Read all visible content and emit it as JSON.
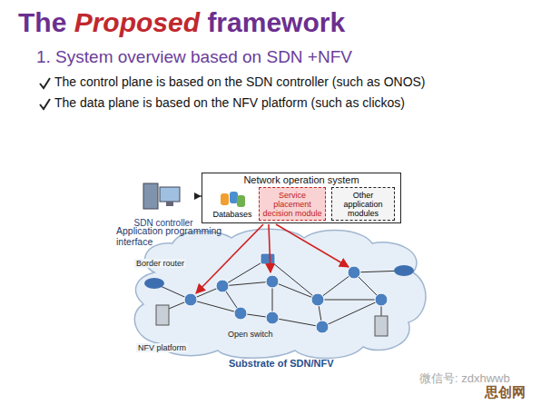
{
  "diagram": {
    "title": "The Proposed framework",
    "nodes": [
      {
        "text": [
          "Network operation system"
        ]
      },
      {
        "text": [
          "Databases"
        ],
        "in": 0
      },
      {
        "text": [
          "Service placement decision module"
        ],
        "in": 0
      },
      {
        "text": [
          "Other application modules"
        ],
        "in": 0
      },
      {
        "text": [
          "SDN controller"
        ]
      }
    ],
    "edges": [
      {
        "from": 4,
        "to": 0,
        "arrow": "both"
      }
    ],
    "labels": [
      "1. System overview based on SDN +NFV",
      "The control plane is based on the SDN controller (such as ONOS)",
      "The data plane is based on the NFV platform (such as clickos)",
      "Application programming interface",
      "Border router",
      "NFV platform",
      "Open switch",
      "Substrate of SDN/NFV",
      "微信号: zdxhwwb",
      "思创网"
    ]
  }
}
